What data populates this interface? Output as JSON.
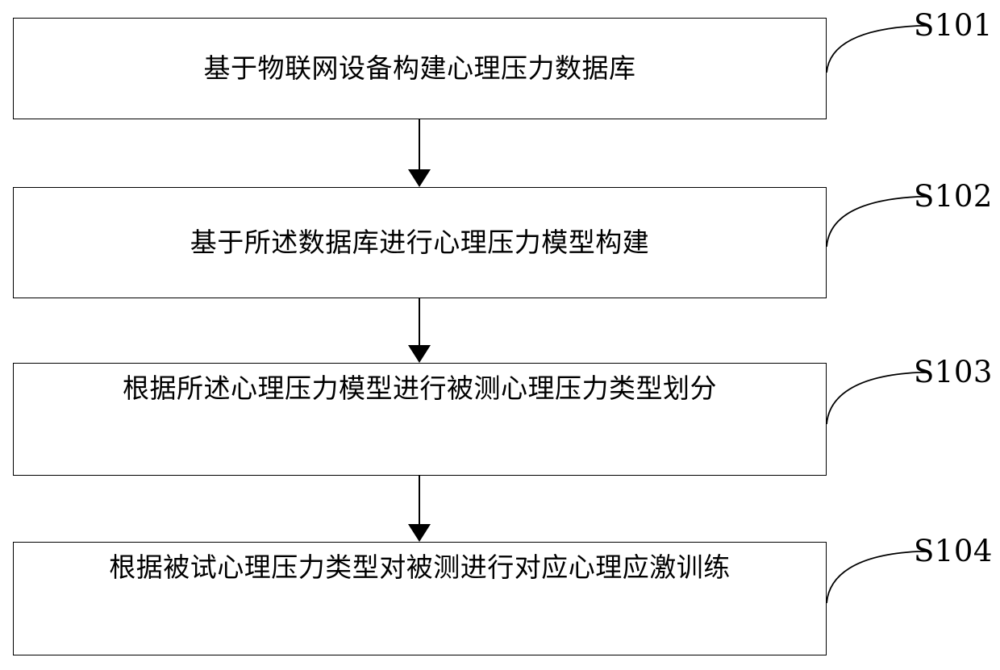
{
  "diagram": {
    "type": "flowchart",
    "orientation": "vertical",
    "title": "",
    "stroke_color": "#000000",
    "fill_color": "#ffffff",
    "nodes": [
      {
        "id": "S101",
        "text": "基于物联网设备构建心理压力数据库",
        "tag": "S101",
        "lines": 1
      },
      {
        "id": "S102",
        "text": "基于所述数据库进行心理压力模型构建",
        "tag": "S102",
        "lines": 1
      },
      {
        "id": "S103",
        "text": "根据所述心理压力模型进行被测心理压力类型划分",
        "tag": "S103",
        "lines": 2
      },
      {
        "id": "S104",
        "text": "根据被试心理压力类型对被测进行对应心理应激训练",
        "tag": "S104",
        "lines": 2
      }
    ],
    "edges": [
      {
        "from": "S101",
        "to": "S102",
        "label": ""
      },
      {
        "from": "S102",
        "to": "S103",
        "label": ""
      },
      {
        "from": "S103",
        "to": "S104",
        "label": ""
      }
    ]
  }
}
